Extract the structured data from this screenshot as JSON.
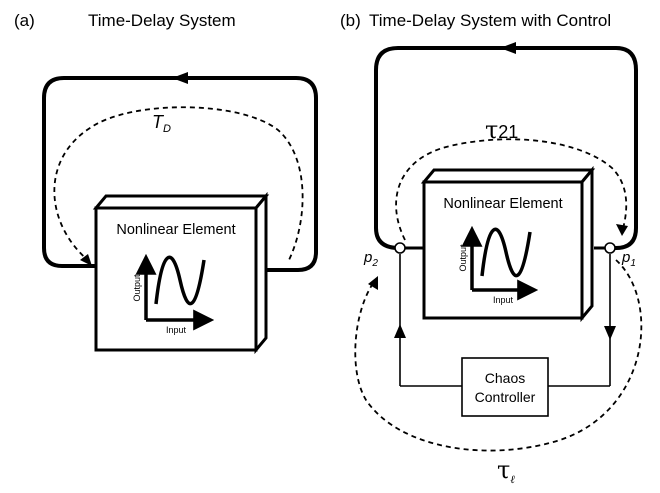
{
  "panel_a": {
    "letter": "(a)",
    "title": "Time-Delay System",
    "delay_label_main": "T",
    "delay_label_sub": "D",
    "element_label": "Nonlinear Element",
    "axis_output": "Output",
    "axis_input": "Input"
  },
  "panel_b": {
    "letter": "(b)",
    "title": "Time-Delay System with Control",
    "delay_top_main": "τ",
    "delay_top_sub": "21",
    "delay_bottom_main": "τ",
    "delay_bottom_sub": "ℓ",
    "element_label": "Nonlinear Element",
    "axis_output": "Output",
    "axis_input": "Input",
    "p2_main": "p",
    "p2_sub": "2",
    "p1_main": "p",
    "p1_sub": "1",
    "controller_line1": "Chaos",
    "controller_line2": "Controller"
  }
}
